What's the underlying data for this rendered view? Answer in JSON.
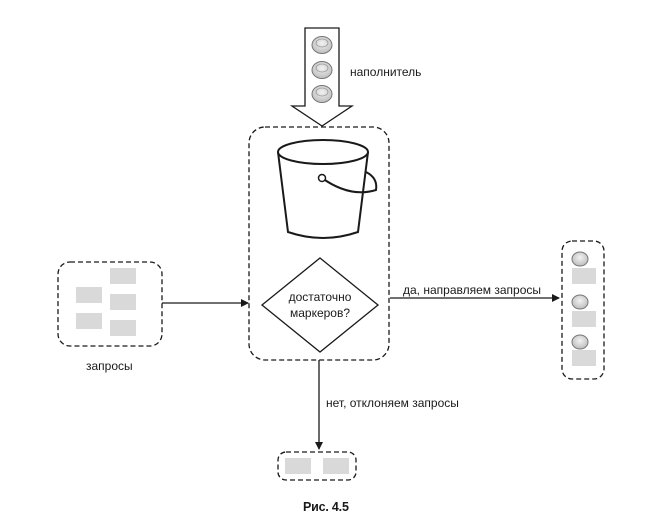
{
  "labels": {
    "refiller": "наполнитель",
    "requests": "запросы",
    "decision_line1": "достаточно",
    "decision_line2": "маркеров?",
    "yes_branch": "да, направляем запросы",
    "no_branch": "нет, отклоняем запросы",
    "caption": "Рис. 4.5"
  },
  "colors": {
    "stroke": "#1a1a1a",
    "request_block": "#d9d9d9",
    "token_fill": "#d6d6d6"
  },
  "icons": {
    "bucket": "bucket-icon",
    "token": "token-coin-icon",
    "decision": "decision-diamond"
  }
}
